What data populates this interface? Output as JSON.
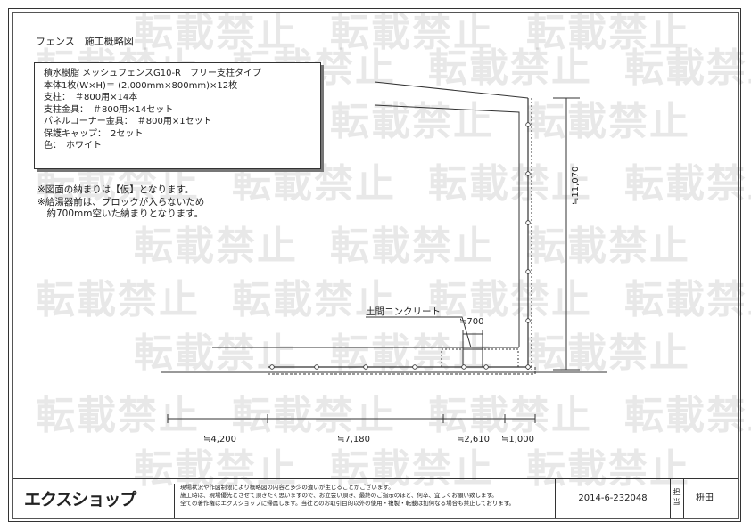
{
  "drawing": {
    "title": "フェンス　施工概略図"
  },
  "spec": {
    "lines": [
      "積水樹脂 メッシュフェンスG10-R　フリー支柱タイプ",
      "本体1枚(W×H)＝ (2,000mm×800mm)×12枚",
      "支柱：　＃800用×14本",
      "支柱金具：　＃800用×14セット",
      "パネルコーナー金具：　＃800用×1セット",
      "保護キャップ：　2セット",
      "色：　ホワイト"
    ]
  },
  "notes": {
    "lines": [
      "※図面の納まりは【仮】となります。",
      "※給湯器前は、ブロックが入らないため",
      "　約700mm空いた納まりとなります。"
    ]
  },
  "labels": {
    "concrete": "土間コンクリート",
    "gap": "≒700",
    "vertical": "≒11,070"
  },
  "dimensions": [
    "≒4,200",
    "≒7,180",
    "≒2,610",
    "≒1,000"
  ],
  "watermark": "転載禁止",
  "footer": {
    "logo": "エクスショップ",
    "disclaimer": [
      "現場状況や作図制限により概略図の内容と多少の違いが生じることがございます。",
      "施工時は、現場優先とさせて頂きたく思いますので、お立会い頂き、最終のご指示のほど、何卒、宜しくお願い致します。",
      "全ての著作権はエクスショップに帰属します。当社とのお取引目的以外の使用・複製・転載は如何なる場合も禁止しております。"
    ],
    "doc_number": "2014-6-232048",
    "staff_label": "担当",
    "staff_name": "枡田"
  }
}
